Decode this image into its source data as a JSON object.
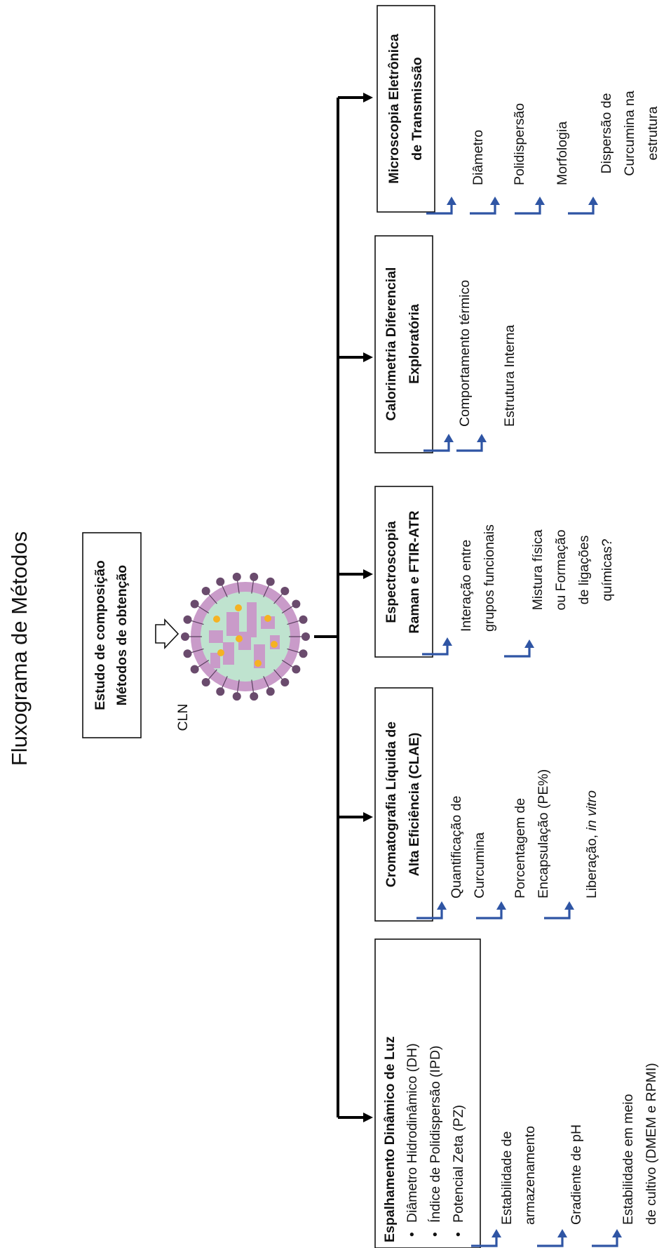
{
  "title": "Fluxograma de Métodos",
  "study_box": {
    "line1": "Estudo de composição",
    "line2": "Métodos de obtenção"
  },
  "particle_label": "CLN",
  "methods": [
    {
      "lines": [
        "Espalhamento Dinâmico de Luz"
      ],
      "bullets": [
        "Diâmetro Hidrodinâmico (DH)",
        "Índice de Polidispersão (IPD)",
        "Potencial Zeta (PZ)"
      ],
      "items": [
        [
          "Estabilidade de",
          "armazenamento"
        ],
        [
          "Gradiente de pH"
        ],
        [
          "Estabilidade em meio",
          "de cultivo (DMEM e RPMI)"
        ]
      ]
    },
    {
      "lines": [
        "Cromatografia Líquida de",
        "Alta Eficiência (CLAE)"
      ],
      "items": [
        [
          "Quantificação de",
          "Curcumina"
        ],
        [
          "Porcentagem de",
          "Encapsulação (PE%)"
        ],
        [
          "Liberação, ",
          "in vitro"
        ]
      ]
    },
    {
      "lines": [
        "Espectroscopia",
        "Raman e FTIR-ATR"
      ],
      "items": [
        [
          "Interação entre",
          "grupos funcionais"
        ],
        [
          "Mistura física",
          "ou Formação",
          "de ligações",
          "químicas?"
        ]
      ]
    },
    {
      "lines": [
        "Calorimetria Diferencial",
        "Exploratória"
      ],
      "items": [
        [
          "Comportamento térmico"
        ],
        [
          "Estrutura Interna"
        ]
      ]
    },
    {
      "lines": [
        "Microscopia Eletrônica",
        "de Transmissão"
      ],
      "items": [
        [
          "Diâmetro"
        ],
        [
          "Polidispersão"
        ],
        [
          "Morfologia"
        ],
        [
          "Dispersão de",
          "Curcumina na",
          "estrutura"
        ]
      ]
    }
  ],
  "colors": {
    "blue_arrow": "#2f55a4",
    "membrane": "#c99bc9",
    "core": "#bfe3cf",
    "lipid_block": "#c99bc9",
    "curcumin_dot": "#f5b223",
    "head": "#6a4b6d"
  }
}
